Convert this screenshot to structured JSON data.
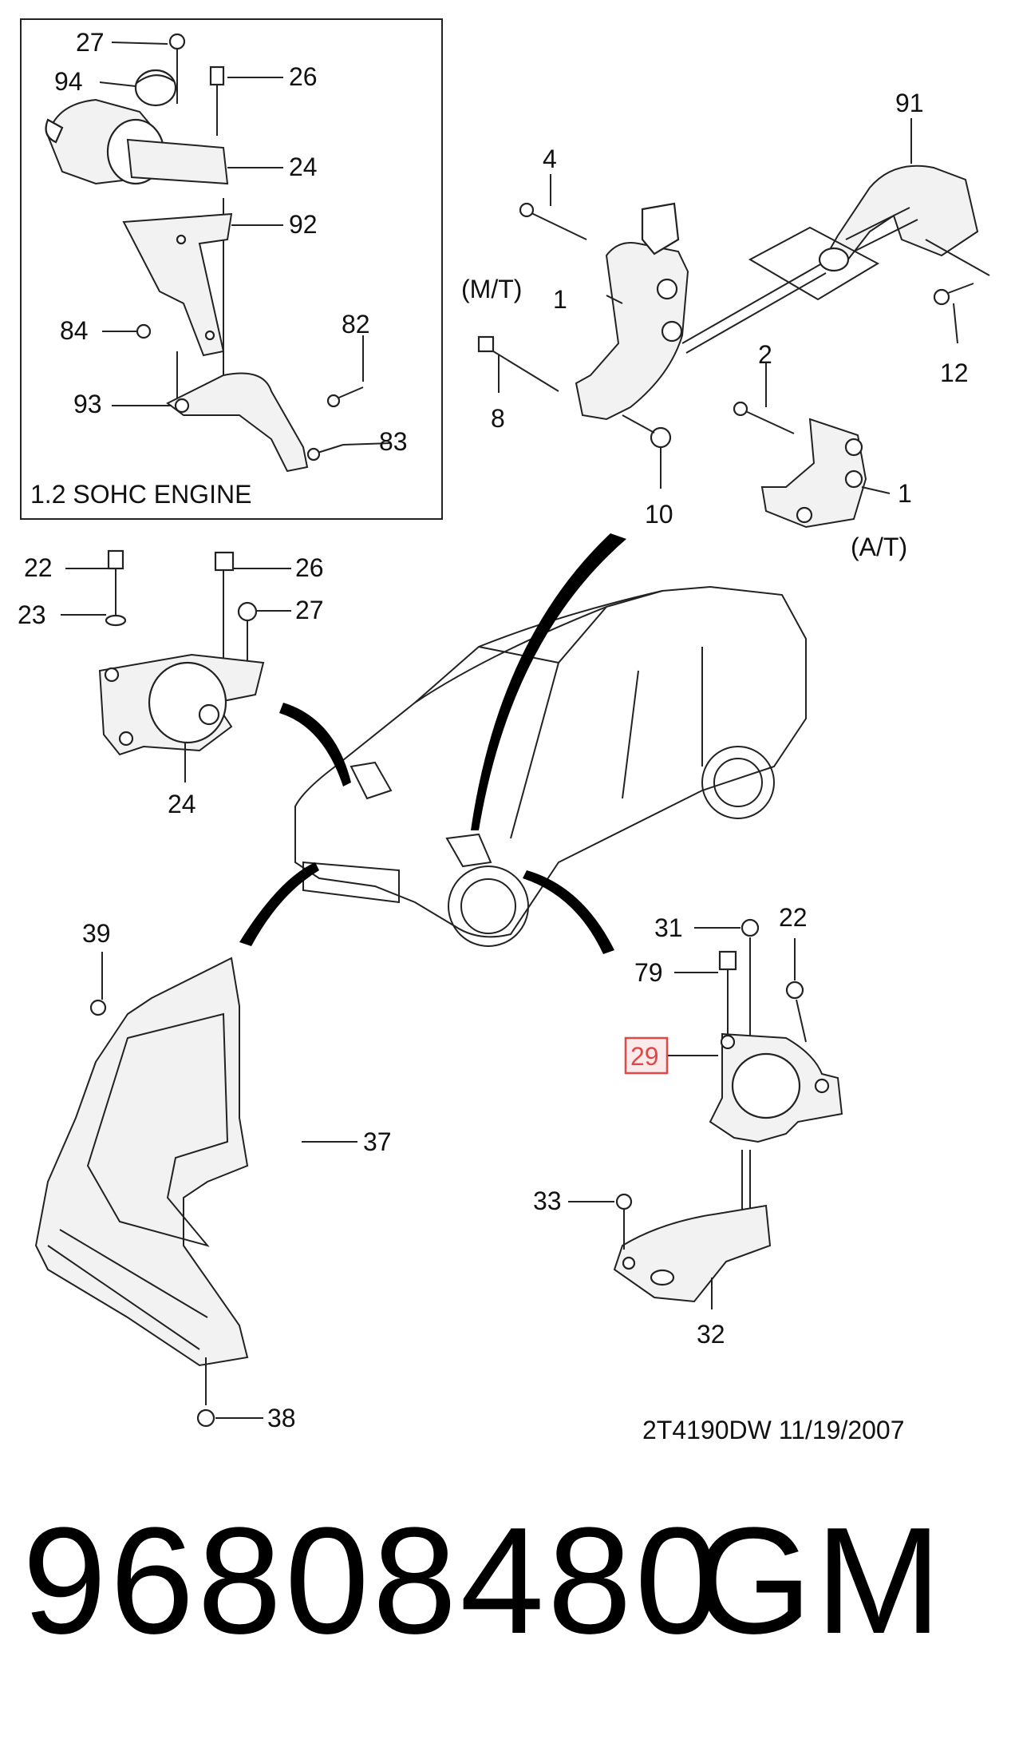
{
  "inset": {
    "title": "1.2 SOHC ENGINE"
  },
  "callouts": {
    "c27_top": "27",
    "c94": "94",
    "c26_top": "26",
    "c24_top": "24",
    "c92": "92",
    "c84": "84",
    "c82": "82",
    "c93": "93",
    "c83": "83",
    "c4": "4",
    "c91": "91",
    "mt_label": "(M/T)",
    "c1_mt": "1",
    "c12": "12",
    "c8": "8",
    "c10": "10",
    "c2": "2",
    "c1_at": "1",
    "at_label": "(A/T)",
    "c22_left": "22",
    "c26_mid": "26",
    "c23": "23",
    "c27_mid": "27",
    "c24_mid": "24",
    "c39": "39",
    "c37": "37",
    "c38": "38",
    "c31": "31",
    "c22_right": "22",
    "c79": "79",
    "c29": "29",
    "c33": "33",
    "c32": "32"
  },
  "highlight_color": "#e04848",
  "drawing_code": "2T4190DW  11/19/2007",
  "part_number": "96808480",
  "manufacturer": "GM"
}
